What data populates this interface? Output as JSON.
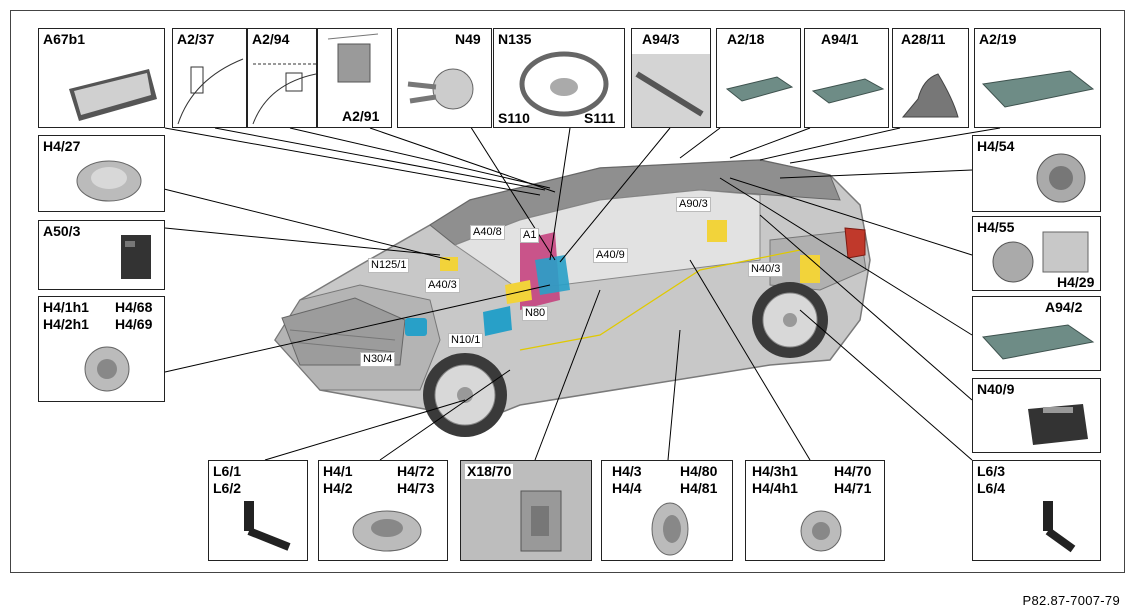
{
  "diagram": {
    "reference": "P82.87-7007-79",
    "boxes": {
      "a67b1": [
        "A67b1"
      ],
      "a2_37": [
        "A2/37"
      ],
      "a2_94": [
        "A2/94"
      ],
      "a2_91": [
        "A2/91"
      ],
      "n49": [
        "N49"
      ],
      "n135": [
        "N135",
        "S110",
        "S111"
      ],
      "a94_3": [
        "A94/3"
      ],
      "a2_18": [
        "A2/18"
      ],
      "a94_1": [
        "A94/1"
      ],
      "a28_11": [
        "A28/11"
      ],
      "a2_19": [
        "A2/19"
      ],
      "h4_27": [
        "H4/27"
      ],
      "a50_3": [
        "A50/3"
      ],
      "h4_1h1": [
        "H4/1h1",
        "H4/68",
        "H4/2h1",
        "H4/69"
      ],
      "h4_54": [
        "H4/54"
      ],
      "h4_55": [
        "H4/55",
        "H4/29"
      ],
      "a94_2": [
        "A94/2"
      ],
      "n40_9": [
        "N40/9"
      ],
      "l6_1": [
        "L6/1",
        "L6/2"
      ],
      "h4_1": [
        "H4/1",
        "H4/72",
        "H4/2",
        "H4/73"
      ],
      "x18_70": [
        "X18/70"
      ],
      "h4_3": [
        "H4/3",
        "H4/80",
        "H4/4",
        "H4/81"
      ],
      "h4_3h1": [
        "H4/3h1",
        "H4/70",
        "H4/4h1",
        "H4/71"
      ],
      "l6_3": [
        "L6/3",
        "L6/4"
      ]
    },
    "callouts": {
      "a40_8": "A40/8",
      "a1": "A1",
      "n125_1": "N125/1",
      "a40_3": "A40/3",
      "a40_9": "A40/9",
      "n80": "N80",
      "n10_1": "N10/1",
      "n30_4": "N30/4",
      "a90_3": "A90/3",
      "n40_3": "N40/3"
    }
  }
}
